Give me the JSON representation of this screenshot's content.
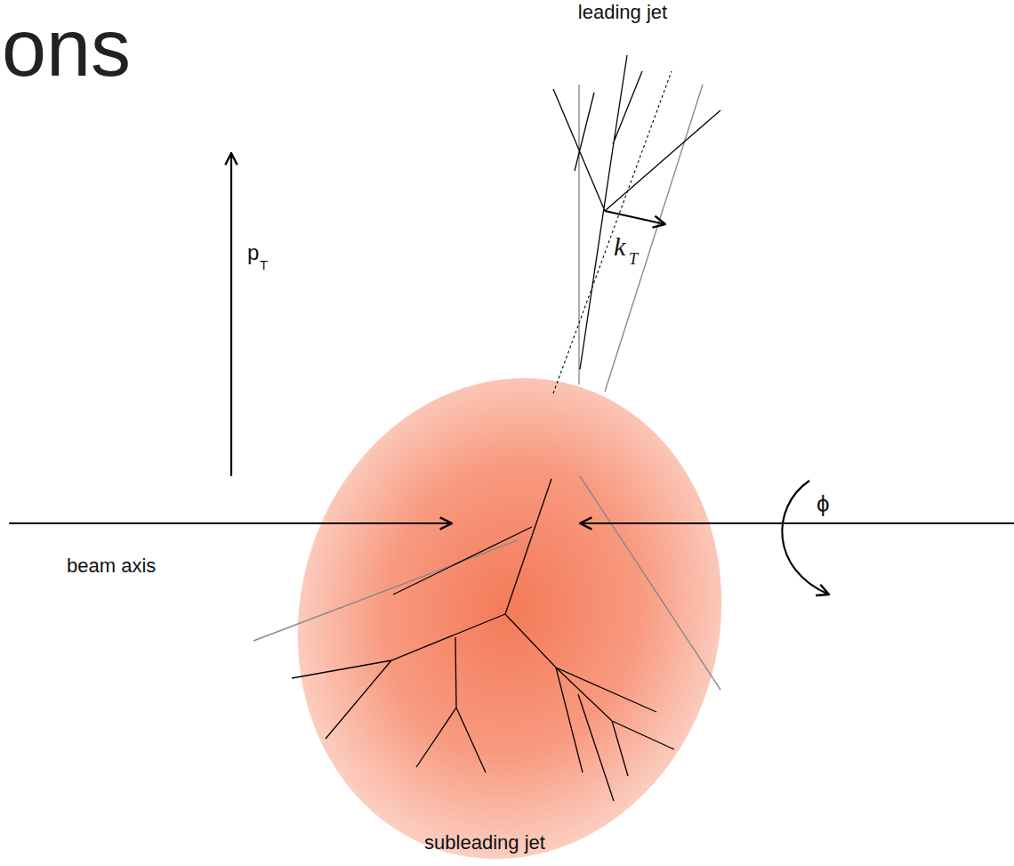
{
  "diagram": {
    "title": "ons",
    "labels": [
      "leading jet",
      "p",
      "T",
      "k",
      "T",
      "beam axis",
      "ϕ",
      "subleading jet"
    ]
  }
}
